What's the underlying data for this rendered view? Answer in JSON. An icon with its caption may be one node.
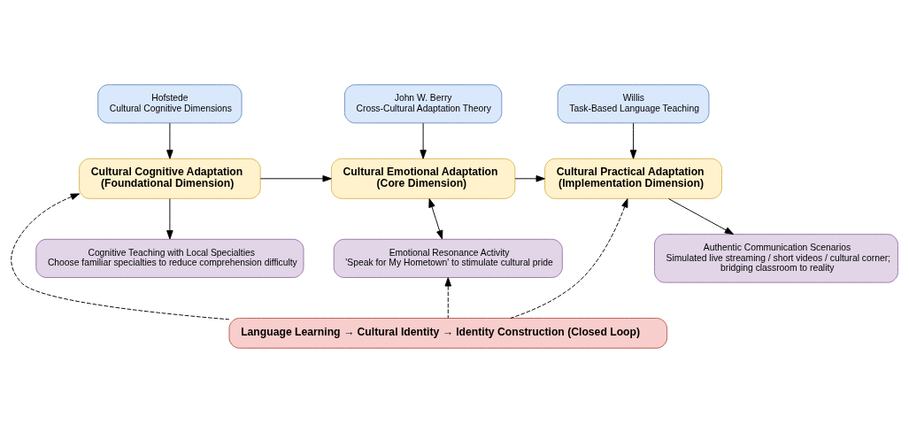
{
  "diagram": {
    "nodes": [
      {
        "text": [
          "Hofstede",
          "Cultural Cognitive Dimensions"
        ]
      },
      {
        "text": [
          "John W. Berry",
          "Cross-Cultural Adaptation Theory"
        ]
      },
      {
        "text": [
          "Willis",
          "Task-Based Language Teaching"
        ]
      },
      {
        "text": [
          "Cultural Cognitive Adaptation",
          "(Foundational Dimension)"
        ]
      },
      {
        "text": [
          "Cultural Emotional Adaptation",
          "(Core Dimension)"
        ]
      },
      {
        "text": [
          "Cultural Practical Adaptation",
          "(Implementation Dimension)"
        ]
      },
      {
        "text": [
          "Cognitive Teaching with Local Specialties",
          "Choose familiar specialties to reduce comprehension difficulty"
        ]
      },
      {
        "text": [
          "Emotional Resonance Activity",
          "'Speak for My Hometown' to stimulate cultural pride"
        ]
      },
      {
        "text": [
          "Authentic Communication Scenarios",
          "Simulated live streaming / short videos / cultural corner; bridging classroom to reality"
        ]
      },
      {
        "text": [
          "Language Learning → Cultural Identity → Identity Construction (Closed Loop)"
        ]
      }
    ],
    "edges": [
      {
        "from": 0,
        "to": 3,
        "arrow": "to"
      },
      {
        "from": 1,
        "to": 4,
        "arrow": "to"
      },
      {
        "from": 2,
        "to": 5,
        "arrow": "to"
      },
      {
        "from": 3,
        "to": 4,
        "arrow": "to"
      },
      {
        "from": 4,
        "to": 5,
        "arrow": "to"
      },
      {
        "from": 3,
        "to": 6,
        "arrow": "to"
      },
      {
        "from": 4,
        "to": 7,
        "arrow": "both"
      },
      {
        "from": 5,
        "to": 8,
        "arrow": "to"
      },
      {
        "from": 9,
        "to": 3,
        "arrow": "to",
        "style": "dashed"
      },
      {
        "from": 9,
        "to": 7,
        "arrow": "to",
        "style": "dashed"
      },
      {
        "from": 9,
        "to": 5,
        "arrow": "to",
        "style": "dashed"
      }
    ]
  }
}
